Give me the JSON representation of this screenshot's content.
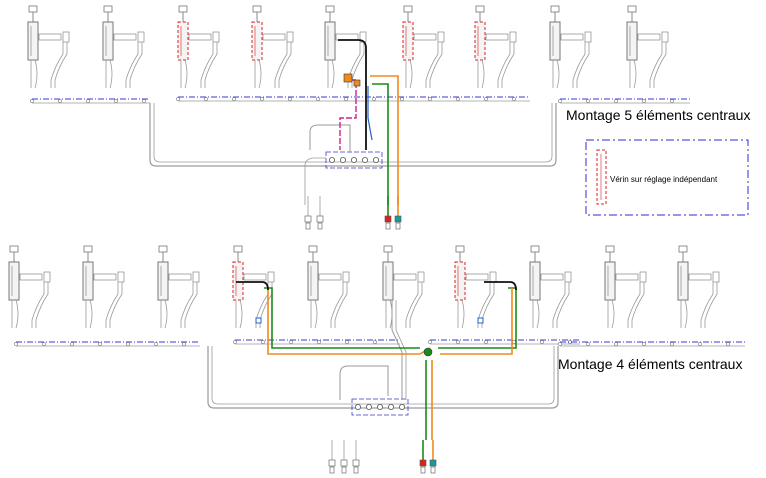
{
  "captions": {
    "montage5": "Montage 5 éléments centraux",
    "montage4": "Montage 4 éléments centraux"
  },
  "legend": {
    "text": "Vérin sur réglage indépendant",
    "frame_color": "#2b2bd6",
    "symbol_color": "#e02020"
  },
  "colors": {
    "line_gray": "#9a9a9a",
    "dash_blue": "#3a3ad0",
    "hose_black": "#111111",
    "hose_orange": "#f08a1c",
    "hose_green": "#1a8a1a",
    "hose_magenta": "#d0208a",
    "hose_blue": "#2060d0",
    "fitting_red": "#e02020",
    "fitting_teal": "#189a9a"
  },
  "montage5": {
    "units": [
      {
        "highlight": false
      },
      {
        "highlight": false
      },
      {
        "highlight": true
      },
      {
        "highlight": true
      },
      {
        "highlight": false
      },
      {
        "highlight": true
      },
      {
        "highlight": true
      },
      {
        "highlight": false
      },
      {
        "highlight": false
      }
    ]
  },
  "montage4": {
    "units": [
      {
        "highlight": false
      },
      {
        "highlight": false
      },
      {
        "highlight": false
      },
      {
        "highlight": true
      },
      {
        "highlight": false
      },
      {
        "highlight": false
      },
      {
        "highlight": true
      },
      {
        "highlight": false
      },
      {
        "highlight": false
      },
      {
        "highlight": false
      }
    ]
  }
}
